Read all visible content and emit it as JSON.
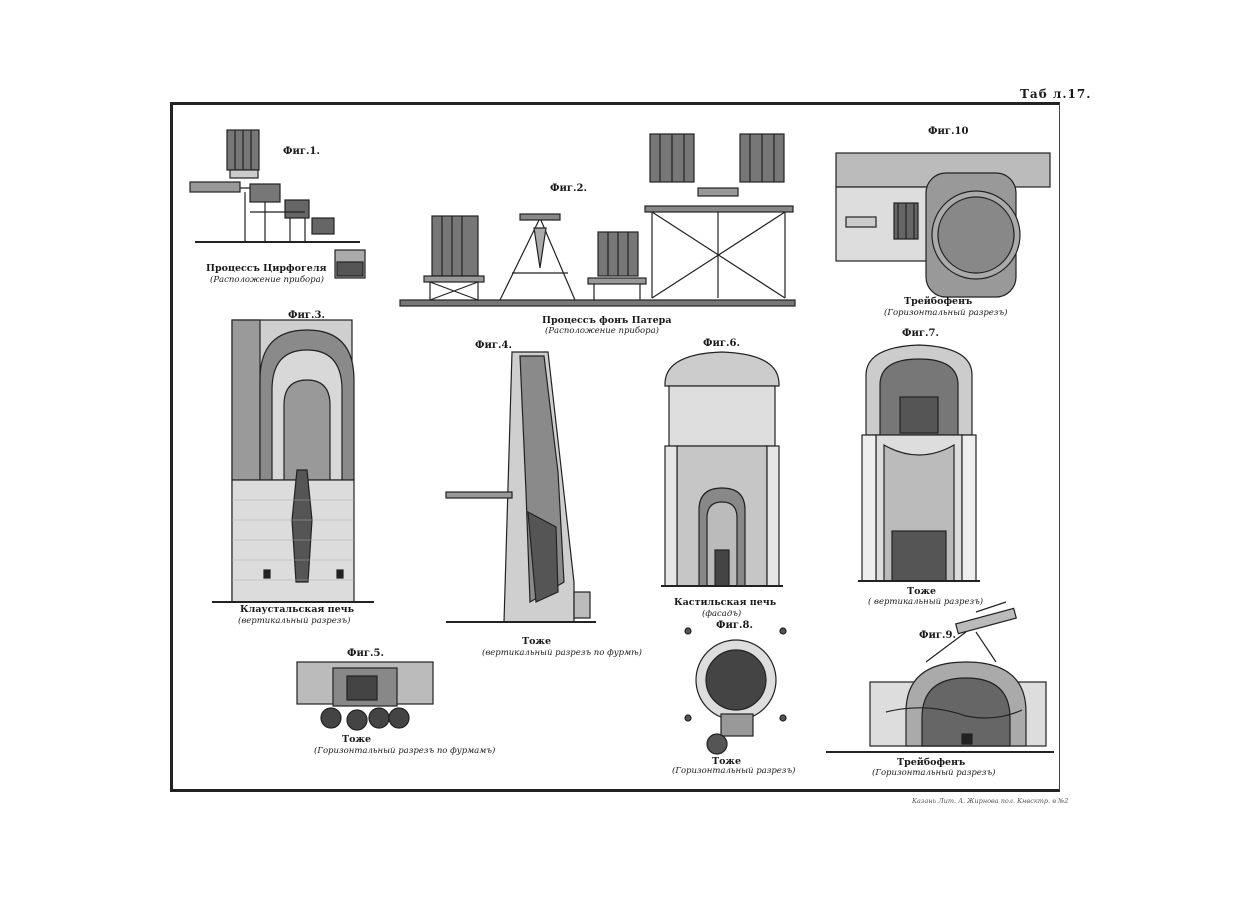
{
  "plate_number": "Таб л.17.",
  "imprint": "Казань Лит. А. Жирнова пол. Кнвсктр. в №2",
  "figures": [
    {
      "id": "fig1",
      "label": "Фиг.1.",
      "caption": "Процессъ Цирфогеля",
      "subcaption": "(Расположение прибора)"
    },
    {
      "id": "fig2",
      "label": "Фиг.2.",
      "caption": "Процессъ фонъ Патера",
      "subcaption": "(Расположение прибора)"
    },
    {
      "id": "fig10",
      "label": "Фиг.10",
      "caption": "Трейбофенъ",
      "subcaption": "(Горизонтальный разрезъ)"
    },
    {
      "id": "fig3",
      "label": "Фиг.3.",
      "caption": "Клаустальская печь",
      "subcaption": "(вертикальный разрезъ)"
    },
    {
      "id": "fig4",
      "label": "Фиг.4.",
      "caption": "Тоже",
      "subcaption": "(вертикальный разрезъ по фурмѣ)"
    },
    {
      "id": "fig6",
      "label": "Фиг.6.",
      "caption": "Кастильская печь",
      "subcaption": "(фасадъ)"
    },
    {
      "id": "fig7",
      "label": "Фиг.7.",
      "caption": "Тоже",
      "subcaption": "( вертикальный разрезъ)"
    },
    {
      "id": "fig5",
      "label": "Фиг.5.",
      "caption": "Тоже",
      "subcaption": "(Горизонтальный разрезъ по фурмамъ)"
    },
    {
      "id": "fig8",
      "label": "Фиг.8.",
      "caption": "Тоже",
      "subcaption": "(Горизонтальный разрезъ)"
    },
    {
      "id": "fig9",
      "label": "Фиг.9.",
      "caption": "Трейбофенъ",
      "subcaption": "(Горизонтальный разрезъ)"
    }
  ]
}
